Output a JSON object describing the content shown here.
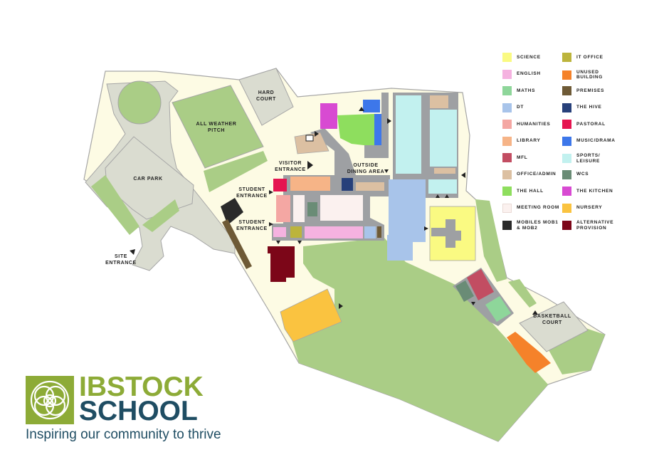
{
  "map_labels": {
    "hard_court": [
      "HARD",
      "COURT"
    ],
    "all_weather_pitch": [
      "ALL WEATHER",
      "PITCH"
    ],
    "car_park": "CAR PARK",
    "site_entrance": [
      "SITE",
      "ENTRANCE"
    ],
    "visitor_entrance": [
      "VISITOR",
      "ENTRANCE"
    ],
    "outside_dining_area": [
      "OUTSIDE",
      "DINING AREA"
    ],
    "student_entrance_1": [
      "STUDENT",
      "ENTRANCE"
    ],
    "student_entrance_2": [
      "STUDENT",
      "ENTRANCE"
    ],
    "basketball_court": [
      "BASKETBALL",
      "COURT"
    ]
  },
  "legend": [
    {
      "label": "SCIENCE",
      "color": "#fafa82"
    },
    {
      "label": "IT OFFICE",
      "color": "#bcb43c"
    },
    {
      "label": "ENGLISH",
      "color": "#f5b2e0"
    },
    {
      "label": "UNUSED BUILDING",
      "color": "#f5822a"
    },
    {
      "label": "MATHS",
      "color": "#8ed69a"
    },
    {
      "label": "PREMISES",
      "color": "#6e5a36"
    },
    {
      "label": "DT",
      "color": "#a8c4ea"
    },
    {
      "label": "THE HIVE",
      "color": "#27407a"
    },
    {
      "label": "HUMANITIES",
      "color": "#f4a7a3"
    },
    {
      "label": "PASTORAL",
      "color": "#e51550"
    },
    {
      "label": "LIBRARY",
      "color": "#f6b487"
    },
    {
      "label": "MUSIC/DRAMA",
      "color": "#3d77ea"
    },
    {
      "label": "MFL",
      "color": "#c24d62"
    },
    {
      "label": "SPORTS/ LEISURE",
      "color": "#c2f1ef"
    },
    {
      "label": "OFFICE/ADMIN",
      "color": "#dcc0a2"
    },
    {
      "label": "WCS",
      "color": "#6a8c76"
    },
    {
      "label": "THE HALL",
      "color": "#8ede5e"
    },
    {
      "label": "THE KITCHEN",
      "color": "#d84ad2"
    },
    {
      "label": "MEETING ROOM",
      "color": "#fbf1ef"
    },
    {
      "label": "NURSERY",
      "color": "#fac340"
    },
    {
      "label": "MOBILES MOB1 & MOB2",
      "color": "#2a2a2a"
    },
    {
      "label": "ALTERNATIVE PROVISION",
      "color": "#7c0618"
    }
  ],
  "logo": {
    "line1": "IBSTOCK",
    "line2": "SCHOOL",
    "tagline": "Inspiring our community to thrive",
    "green": "#8dab37",
    "navy": "#1f4d63"
  },
  "colors": {
    "site_ground": "#fdfbe4",
    "grass": "#aacd86",
    "hard_surface": "#dadcd0",
    "outline": "#a6a6a6",
    "corridor": "#9ea0a3"
  }
}
